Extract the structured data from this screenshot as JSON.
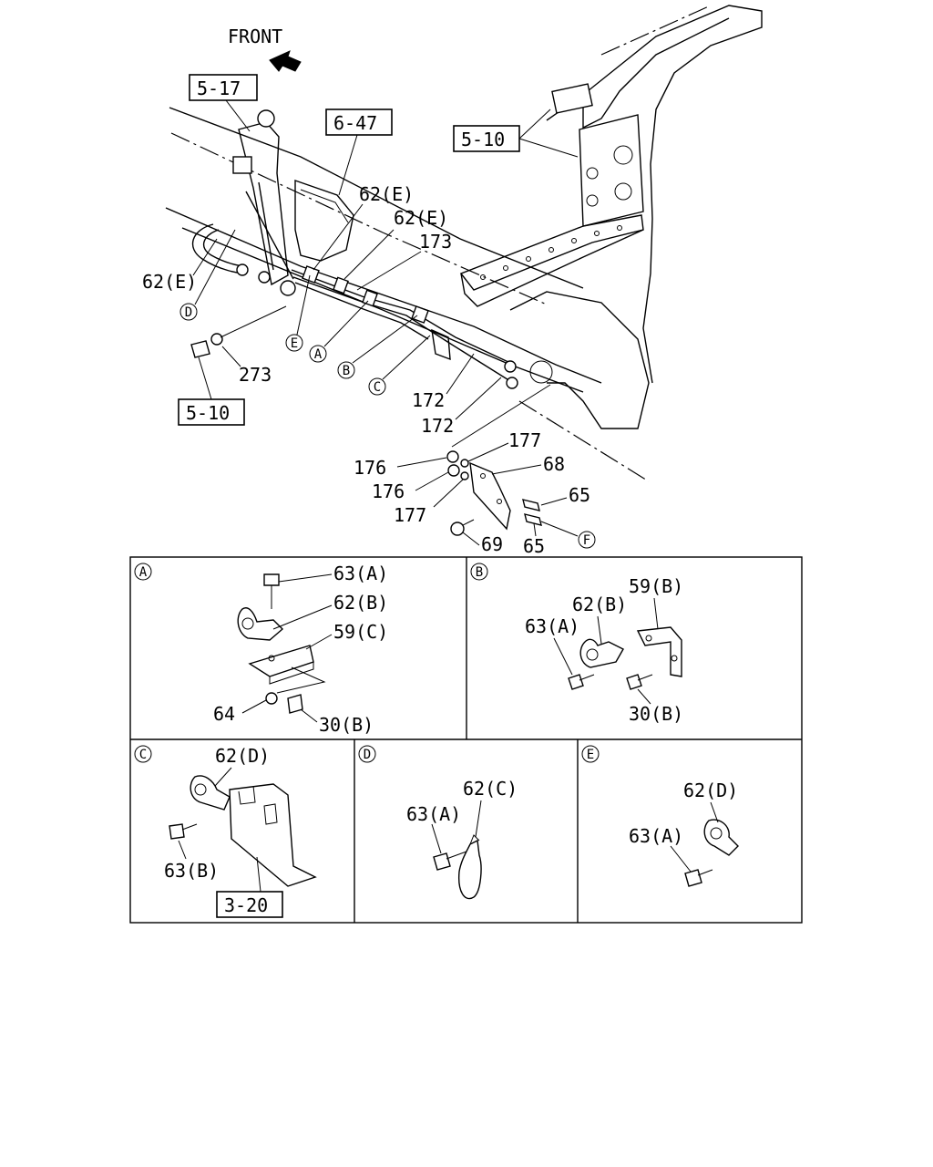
{
  "front_label": "FRONT",
  "refs": {
    "r517": "5-17",
    "r647": "6-47",
    "r510_top": "5-10",
    "r510_bottom": "5-10",
    "r320": "3-20"
  },
  "callouts": {
    "c62e_1": "62(E)",
    "c62e_2": "62(E)",
    "c173": "173",
    "c62e_3": "62(E)",
    "c273": "273",
    "c172_1": "172",
    "c172_2": "172",
    "c177_1": "177",
    "c176_1": "176",
    "c68": "68",
    "c176_2": "176",
    "c65_1": "65",
    "c177_2": "177",
    "c69": "69",
    "c65_2": "65"
  },
  "circle_letters": {
    "d": "D",
    "e": "E",
    "a": "A",
    "b": "B",
    "c": "C",
    "f": "F"
  },
  "panels": {
    "a": {
      "letter": "A",
      "labels": {
        "l1": "63(A)",
        "l2": "62(B)",
        "l3": "59(C)",
        "l4": "64",
        "l5": "30(B)"
      }
    },
    "b": {
      "letter": "B",
      "labels": {
        "l1": "59(B)",
        "l2": "62(B)",
        "l3": "63(A)",
        "l4": "30(B)"
      }
    },
    "c": {
      "letter": "C",
      "labels": {
        "l1": "62(D)",
        "l2": "63(B)"
      }
    },
    "d": {
      "letter": "D",
      "labels": {
        "l1": "62(C)",
        "l2": "63(A)"
      }
    },
    "e": {
      "letter": "E",
      "labels": {
        "l1": "62(D)",
        "l2": "63(A)"
      }
    }
  }
}
